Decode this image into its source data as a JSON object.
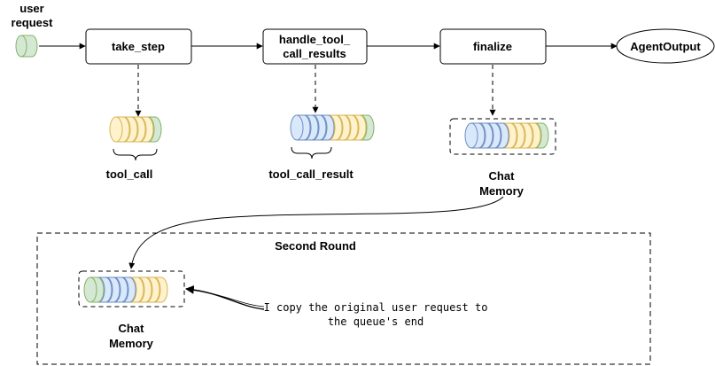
{
  "colors": {
    "green_fill": "#d5e8d4",
    "green_stroke": "#82b366",
    "yellow_fill": "#fff2cc",
    "yellow_stroke": "#d6b656",
    "blue_fill": "#dae8fc",
    "blue_stroke": "#6c8ebf",
    "line": "#000000"
  },
  "nodes": {
    "user_request": [
      "user",
      "request"
    ],
    "take_step": "take_step",
    "handle_tool_call_results": [
      "handle_tool_",
      "call_results"
    ],
    "finalize": "finalize",
    "agent_output": "AgentOutput"
  },
  "queues": {
    "tool_call": {
      "label": "tool_call"
    },
    "tool_call_result": {
      "label": "tool_call_result"
    },
    "chat_memory": {
      "label": [
        "Chat",
        "Memory"
      ]
    },
    "chat_memory_second": {
      "label": [
        "Chat",
        "Memory"
      ]
    }
  },
  "second_round": {
    "title": "Second Round",
    "note": [
      "I copy the original user request to",
      "the queue's end"
    ]
  }
}
